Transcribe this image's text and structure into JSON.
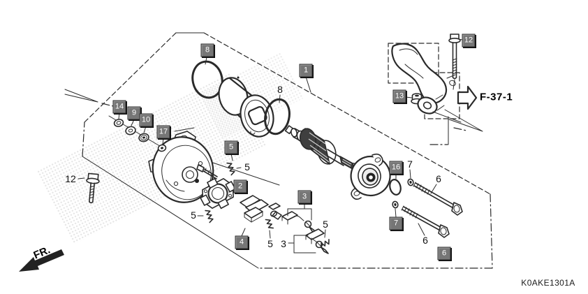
{
  "diagram": {
    "code": "K0AKE1301A",
    "front_label": "FR.",
    "reference_label": "F-37-1"
  },
  "callouts": {
    "1": "1",
    "2": "2",
    "3": "3",
    "4": "4",
    "5": "5",
    "6": "6",
    "7": "7",
    "8": "8",
    "9": "9",
    "10": "10",
    "12": "12",
    "13": "13",
    "14": "14",
    "16": "16",
    "17": "17"
  },
  "colors": {
    "line": "#2a2a2a",
    "callout_bg": "#767676",
    "callout_text": "#ffffff",
    "background": "#ffffff"
  }
}
